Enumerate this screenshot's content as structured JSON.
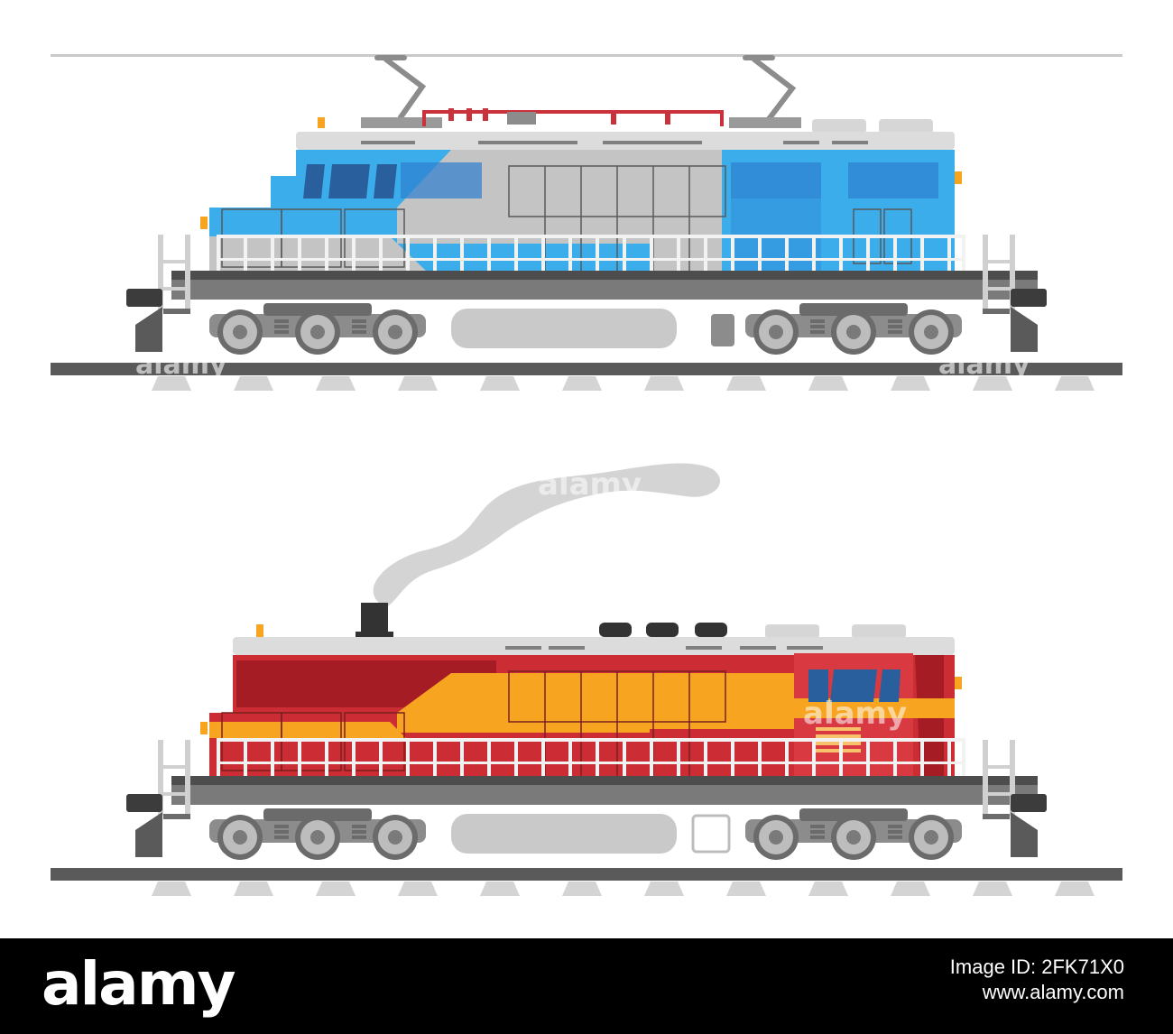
{
  "illustration": {
    "subjects": [
      "electric-locomotive",
      "diesel-locomotive"
    ],
    "colors": {
      "blue": "#3badea",
      "dark_blue": "#2d7fd0",
      "gray": "#c9c9c9",
      "light_gray": "#dcdcdc",
      "dark_gray": "#5a5a5a",
      "red": "#cc2d35",
      "dark_red": "#a51c24",
      "orange": "#f7a521",
      "smoke": "#d4d4d4",
      "rail": "#5a5a5a"
    }
  },
  "watermark": {
    "text": "alamy"
  },
  "footer": {
    "brand": "alamy",
    "image_id": "Image ID: 2FK71X0",
    "site_url": "www.alamy.com"
  }
}
